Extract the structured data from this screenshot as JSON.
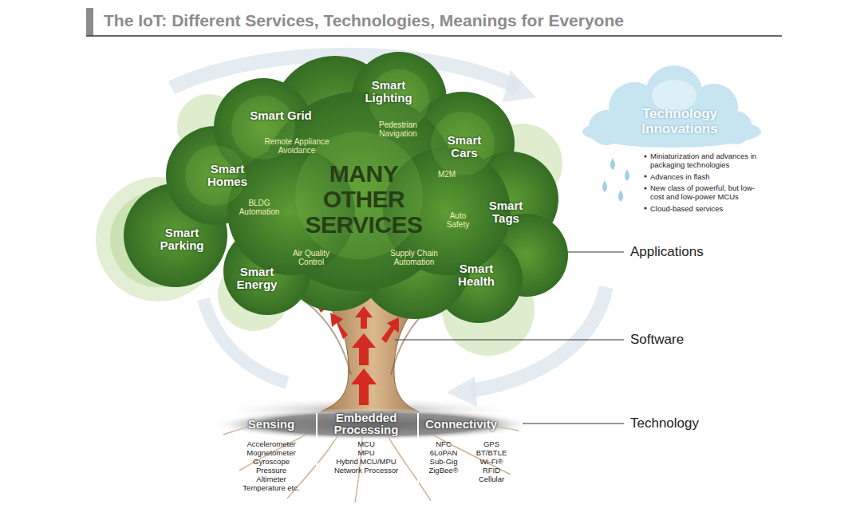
{
  "diagram": {
    "title": "The IoT: Different Services, Technologies, Meanings for Everyone",
    "nodes": [
      {
        "text": [
          "Smart Lighting",
          "Smart Grid",
          "Pedestrian Navigation",
          "Smart Cars",
          "Remote Appliance Avoidance",
          "Smart Homes",
          "MANY OTHER SERVICES",
          "M2M",
          "BLDG Automation",
          "Smart Tags",
          "Auto Safety",
          "Smart Parking",
          "Air Quality Control",
          "Supply Chain Automation",
          "Smart Health",
          "Smart Energy"
        ]
      },
      {
        "text": [
          "Technology Innovations"
        ]
      },
      {
        "text": [
          "Sensing",
          "Accelerometer",
          "Mognetometer",
          "Gyroscope",
          "Pressure",
          "Altimeter",
          "Temperature etc."
        ]
      },
      {
        "text": [
          "Embedded Processing",
          "MCU",
          "MPU",
          "Hybrid MCU/MPU",
          "Network Processor"
        ]
      },
      {
        "text": [
          "Connectivity",
          "NFC",
          "GPS",
          "6LoPAN",
          "BT/BTLE",
          "Sub-Gig",
          "Wi-Fi®",
          "ZigBee®",
          "RFID",
          "Cellular"
        ]
      }
    ],
    "labels": [
      "Miniaturization and advances in packaging technologies",
      "Advances in flash",
      "New class of powerful, but low-cost and low-power MCUs",
      "Cloud-based services",
      "Applications",
      "Software",
      "Technology"
    ]
  }
}
